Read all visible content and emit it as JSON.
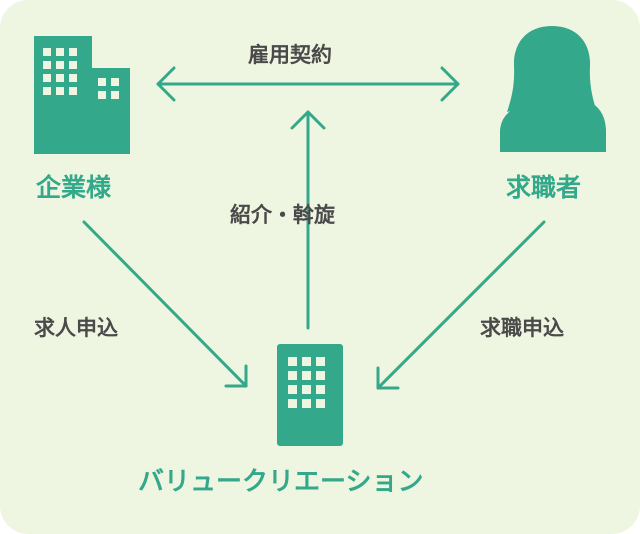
{
  "colors": {
    "background": "#eef6e1",
    "accent": "#34a88a",
    "text": "#4a4a4a"
  },
  "nodes": {
    "company": {
      "label": "企業様",
      "icon": "building-icon"
    },
    "job_seeker": {
      "label": "求職者",
      "icon": "person-icon"
    },
    "agency": {
      "label": "バリュークリエーション",
      "icon": "office-building-icon"
    }
  },
  "edges": {
    "employment": {
      "label": "雇用契約"
    },
    "introduction": {
      "label": "紹介・斡旋"
    },
    "job_offer": {
      "label": "求人申込"
    },
    "job_application": {
      "label": "求職申込"
    }
  }
}
